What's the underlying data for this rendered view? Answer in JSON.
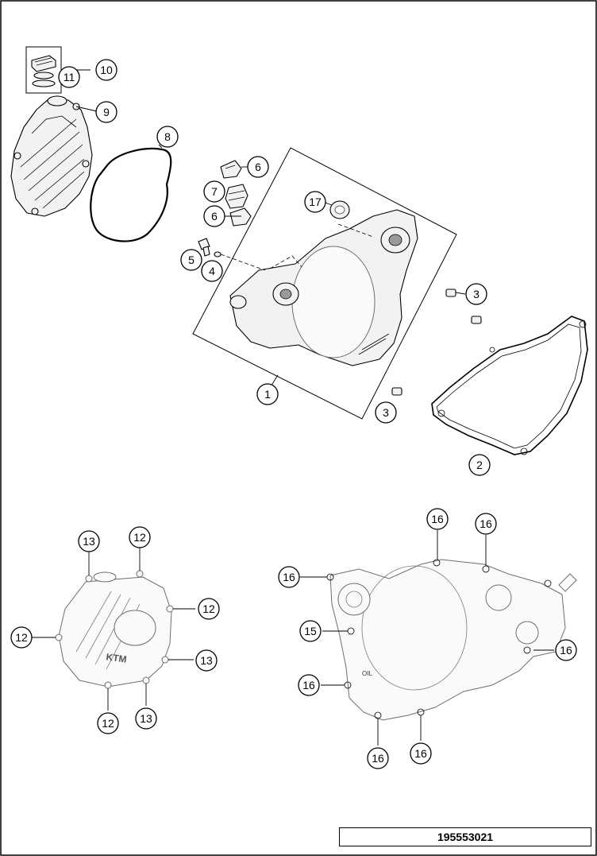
{
  "callouts": {
    "c1": "1",
    "c2": "2",
    "c3a": "3",
    "c3b": "3",
    "c4": "4",
    "c5": "5",
    "c6a": "6",
    "c6b": "6",
    "c7": "7",
    "c8": "8",
    "c9": "9",
    "c10": "10",
    "c11": "11",
    "c12a": "12",
    "c12b": "12",
    "c12c": "12",
    "c12d": "12",
    "c13a": "13",
    "c13b": "13",
    "c13c": "13",
    "c15": "15",
    "c16a": "16",
    "c16b": "16",
    "c16c": "16",
    "c16d": "16",
    "c16e": "16",
    "c16f": "16",
    "c16g": "16"
  },
  "cover_logo": "KTM",
  "oil_mark": "OIL",
  "document_number": "195553021"
}
